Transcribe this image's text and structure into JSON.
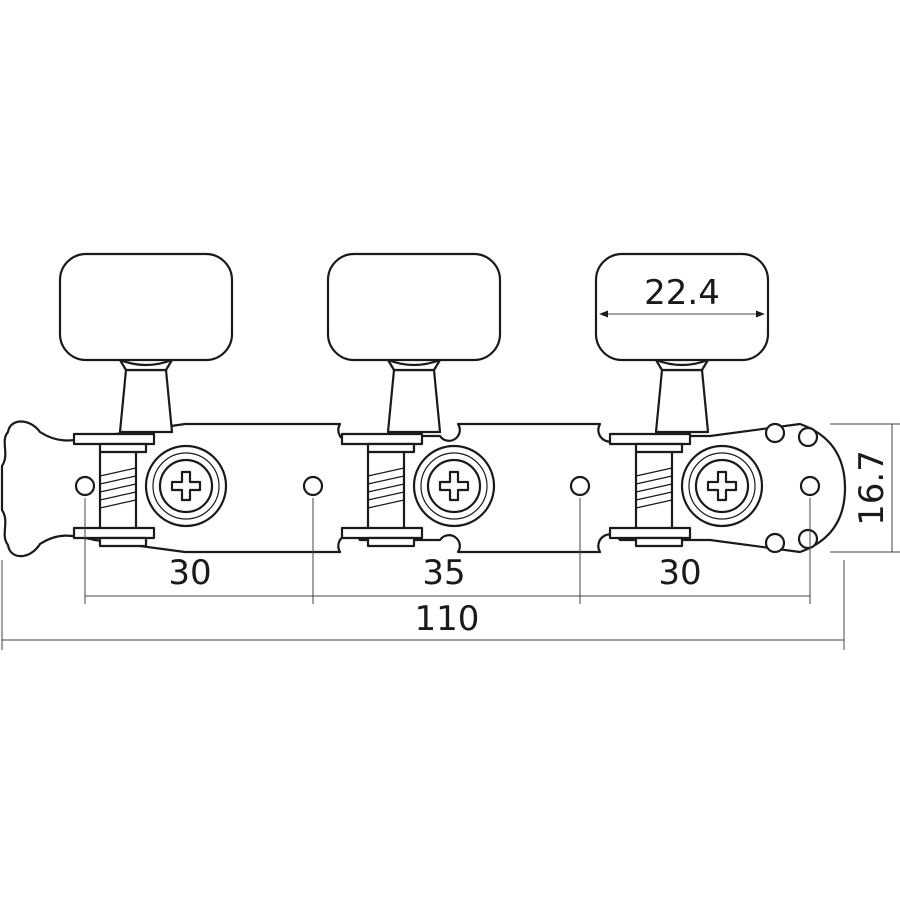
{
  "dimensions": {
    "button_width": "22.4",
    "plate_height": "16.7",
    "spacing_left": "30",
    "spacing_middle": "35",
    "spacing_right": "30",
    "overall_length": "110"
  },
  "colors": {
    "line": "#1a1a1a",
    "dimension_line": "#444444",
    "background": "#ffffff"
  }
}
